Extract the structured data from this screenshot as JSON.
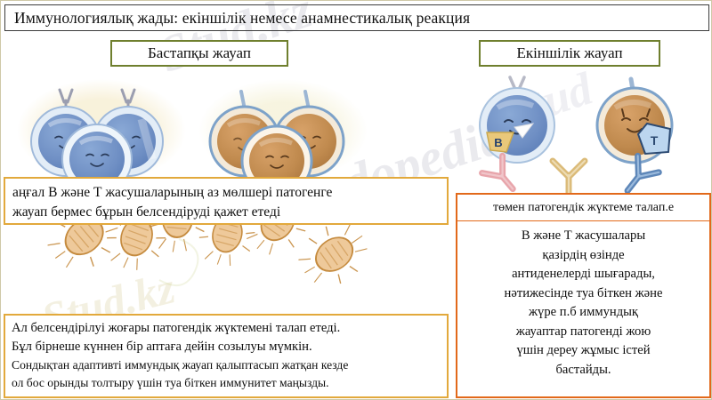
{
  "title": {
    "text": "Иммунологиялық жады: екіншілік немесе анамнестикалық реакция"
  },
  "panels": {
    "primary_label": "Бастапқы жауап",
    "secondary_label": "Екіншілік жауап"
  },
  "boxes": {
    "naive_cells": {
      "line1": "аңғал В және Т жасушаларының аз мөлшері патогенге",
      "line2": "жауап бермес бұрын белсендіруді қажет етеді"
    },
    "low_pathogen_load": {
      "line1": "төмен патогендік жүктеме талап.е"
    },
    "secondary_response": {
      "line1": "В және Т жасушалары",
      "line2": "қазірдің өзінде",
      "line3": "антиденелерді шығарады,",
      "line4": "нәтижесінде туа біткен және",
      "line5": "жүре п.б иммундық",
      "line6": "жауаптар патогенді жою",
      "line7": "үшін дереу жұмыс істей",
      "line8": "бастайды."
    },
    "activation_note": {
      "line1": "Ал белсендірілуі жоғары патогендік жүктемені талап етеді.",
      "line2": "Бұл бірнеше күннен бір аптаға дейін созылуы мүмкін.",
      "line3": "Сондықтан адаптивті иммундық жауап қалыптасып жатқан кезде",
      "line4": "ол бос орынды толтыру үшін туа біткен иммунитет маңызды."
    }
  },
  "badges": {
    "b_cell_badge": "B",
    "t_cell_badge": "T"
  },
  "watermark": {
    "text1": "Stud.kz",
    "text2": "Studopedia",
    "text3": "Stud.kz",
    "text4": "Stud"
  },
  "colors": {
    "title_border": "#3b3b3b",
    "green_border": "#6f7f2e",
    "orange_light_border": "#e2a93c",
    "orange_strong_border": "#e2691a",
    "b_cell_fill": "#6f8fc4",
    "b_cell_ring": "#e3edf7",
    "b_cell_outline": "#9fb9da",
    "t_cell_fill": "#c08a4e",
    "t_cell_ring": "#f4ead9",
    "t_cell_outline": "#7da2c9",
    "bacteria_fill": "#eec99a",
    "bacteria_outline": "#c58b3f",
    "antibody_pink": "#e8a5ab",
    "antibody_gold": "#dbbb79",
    "antibody_blue": "#5d86b8",
    "badge_gold": "#e9c87a",
    "badge_blue": "#bcd6ef",
    "page_frame": "#cfc9a8"
  }
}
